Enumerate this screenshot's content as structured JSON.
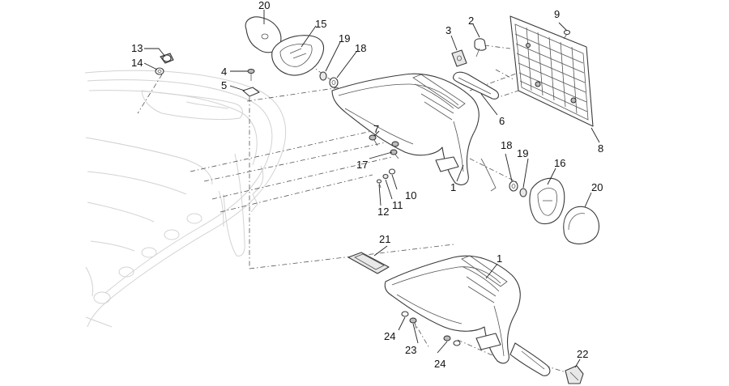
{
  "diagram": {
    "callouts": [
      {
        "id": "20a",
        "text": "20"
      },
      {
        "id": "15",
        "text": "15"
      },
      {
        "id": "13",
        "text": "13"
      },
      {
        "id": "14",
        "text": "14"
      },
      {
        "id": "4",
        "text": "4"
      },
      {
        "id": "5",
        "text": "5"
      },
      {
        "id": "19a",
        "text": "19"
      },
      {
        "id": "18a",
        "text": "18"
      },
      {
        "id": "3",
        "text": "3"
      },
      {
        "id": "2",
        "text": "2"
      },
      {
        "id": "9",
        "text": "9"
      },
      {
        "id": "6",
        "text": "6"
      },
      {
        "id": "8",
        "text": "8"
      },
      {
        "id": "7",
        "text": "7"
      },
      {
        "id": "17",
        "text": "17"
      },
      {
        "id": "10",
        "text": "10"
      },
      {
        "id": "11",
        "text": "11"
      },
      {
        "id": "12",
        "text": "12"
      },
      {
        "id": "1a",
        "text": "1"
      },
      {
        "id": "18b",
        "text": "18"
      },
      {
        "id": "19b",
        "text": "19"
      },
      {
        "id": "16",
        "text": "16"
      },
      {
        "id": "20b",
        "text": "20"
      },
      {
        "id": "21",
        "text": "21"
      },
      {
        "id": "1b",
        "text": "1"
      },
      {
        "id": "24a",
        "text": "24"
      },
      {
        "id": "23",
        "text": "23"
      },
      {
        "id": "24b",
        "text": "24"
      },
      {
        "id": "22",
        "text": "22"
      }
    ]
  }
}
